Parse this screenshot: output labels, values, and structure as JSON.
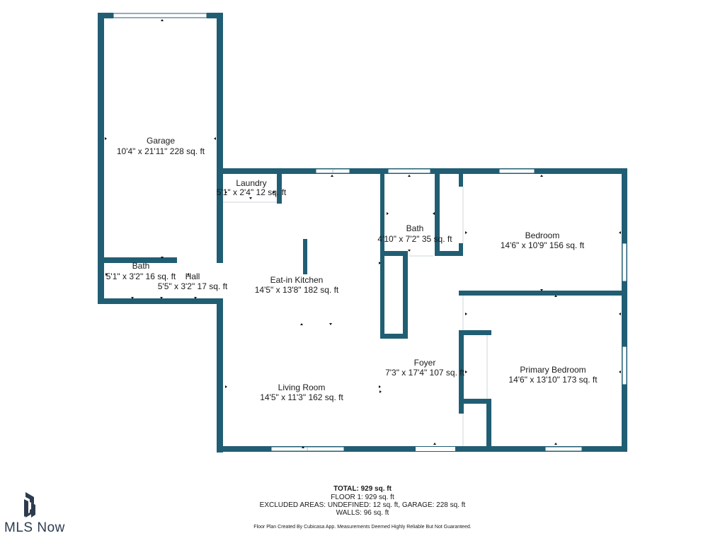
{
  "rooms": {
    "garage": {
      "name": "Garage",
      "dims": "10'4\" x 21'11\" 228 sq. ft"
    },
    "laundry": {
      "name": "Laundry",
      "dims": "5'1\" x 2'4\" 12 sq. ft"
    },
    "bath_upper": {
      "name": "Bath",
      "dims": "4'10\" x 7'2\" 35 sq. ft"
    },
    "bedroom": {
      "name": "Bedroom",
      "dims": "14'6\" x 10'9\" 156 sq. ft"
    },
    "bath_small": {
      "name": "Bath",
      "dims": "5'1\" x 3'2\" 16 sq. ft"
    },
    "hall": {
      "name": "Hall",
      "dims": "5'5\" x 3'2\" 17 sq. ft"
    },
    "kitchen": {
      "name": "Eat-in Kitchen",
      "dims": "14'5\" x 13'8\" 182 sq. ft"
    },
    "foyer": {
      "name": "Foyer",
      "dims": "7'3\" x 17'4\" 107 sq. ft"
    },
    "primary_bedroom": {
      "name": "Primary Bedroom",
      "dims": "14'6\" x 13'10\" 173 sq. ft"
    },
    "living": {
      "name": "Living Room",
      "dims": "14'5\" x 11'3\" 162 sq. ft"
    }
  },
  "summary": {
    "total": "TOTAL: 929 sq. ft",
    "floor": "FLOOR 1: 929 sq. ft",
    "excluded": "EXCLUDED AREAS: UNDEFINED: 12 sq. ft, GARAGE: 228 sq. ft",
    "walls": "WALLS: 96 sq. ft",
    "credit": "Floor Plan Created By Cubicasa App. Measurements Deemed Highly Reliable But Not Guaranteed."
  },
  "logo": {
    "text": "MLS Now",
    "icon": "hd-logo-icon"
  },
  "colors": {
    "wall": "#215e73",
    "text": "#1a1a1a"
  }
}
